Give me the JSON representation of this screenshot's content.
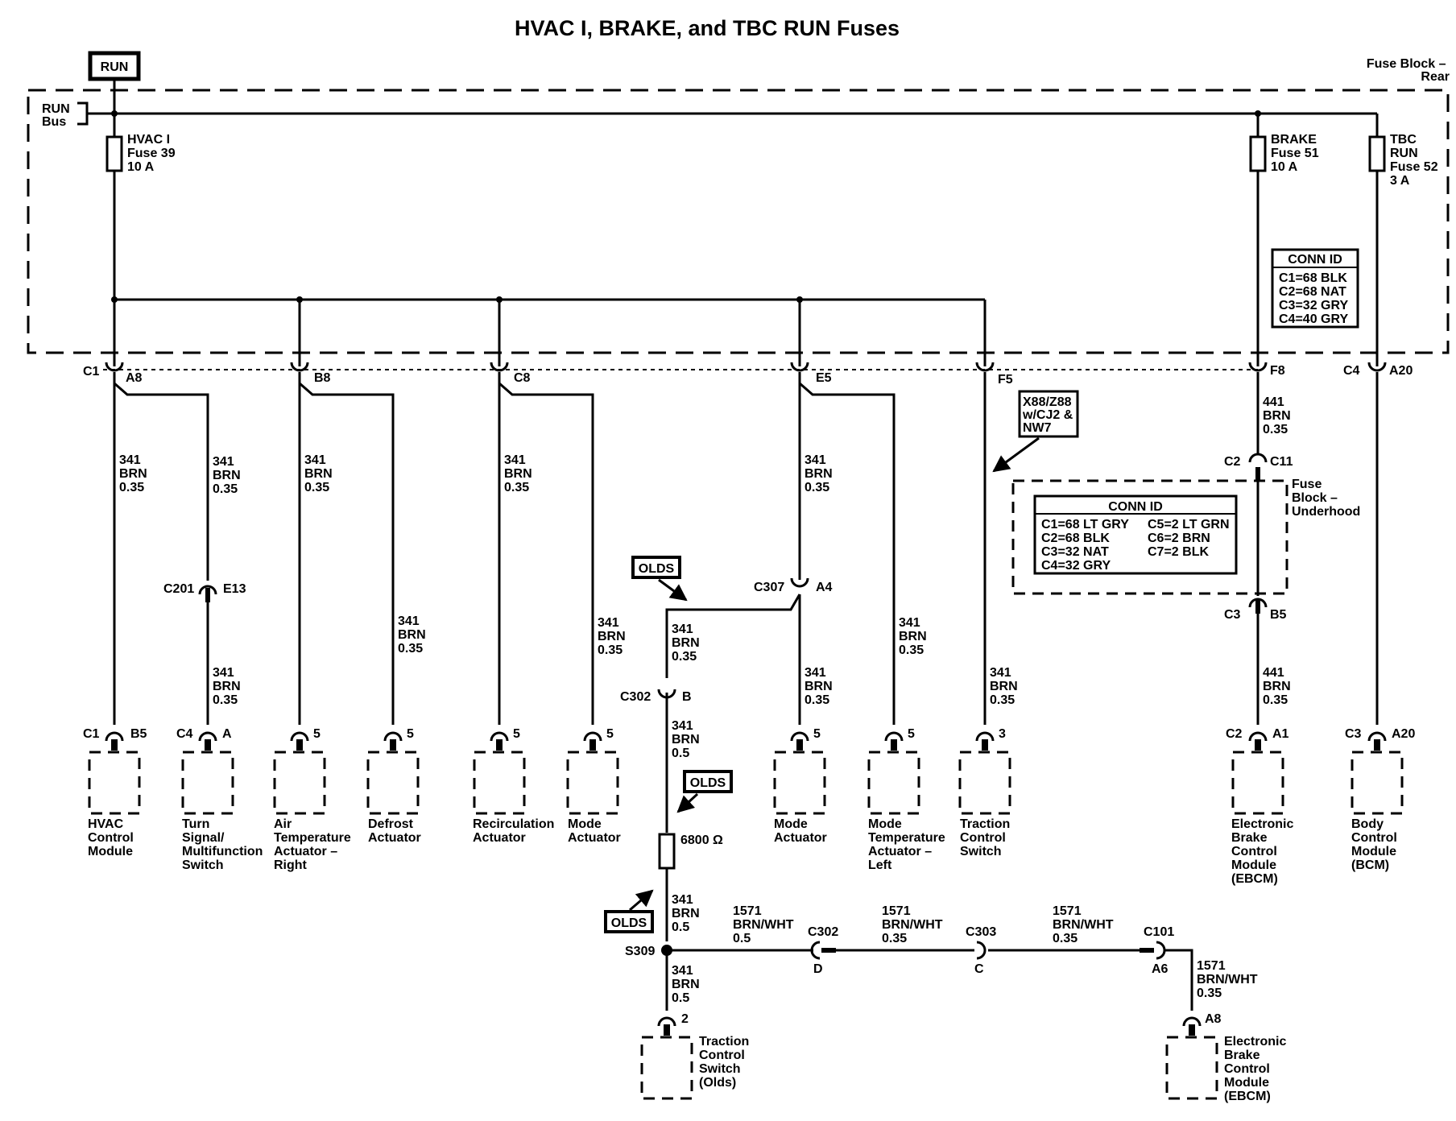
{
  "title": "HVAC I, BRAKE, and TBC RUN Fuses",
  "run_label": "RUN",
  "fuse_block_rear": [
    "Fuse Block –",
    "Rear"
  ],
  "run_bus": [
    "RUN",
    "Bus"
  ],
  "fuses": {
    "hvac": [
      "HVAC I",
      "Fuse 39",
      "10 A"
    ],
    "brake": [
      "BRAKE",
      "Fuse 51",
      "10 A"
    ],
    "tbc": [
      "TBC",
      "RUN",
      "Fuse 52",
      "3 A"
    ]
  },
  "conn_id_rear": {
    "header": "CONN ID",
    "rows": [
      "C1=68 BLK",
      "C2=68 NAT",
      "C3=32 GRY",
      "C4=40 GRY"
    ]
  },
  "fuse_block_underhood": [
    "Fuse",
    "Block –",
    "Underhood"
  ],
  "conn_id_underhood": {
    "header": "CONN ID",
    "left": [
      "C1=68 LT GRY",
      "C2=68 BLK",
      "C3=32 NAT",
      "C4=32 GRY"
    ],
    "right": [
      "C5=2 LT GRN",
      "C6=2 BRN",
      "C7=2 BLK"
    ]
  },
  "option_note": [
    "X88/Z88",
    "w/CJ2 &",
    "NW7"
  ],
  "olds": "OLDS",
  "wire_341_035": [
    "341",
    "BRN",
    "0.35"
  ],
  "wire_341_05": [
    "341",
    "BRN",
    "0.5"
  ],
  "wire_441_035": [
    "441",
    "BRN",
    "0.35"
  ],
  "wire_1571_05": [
    "1571",
    "BRN/WHT",
    "0.5"
  ],
  "wire_1571_035": [
    "1571",
    "BRN/WHT",
    "0.35"
  ],
  "resistor": "6800 Ω",
  "splice": "S309",
  "fuse_block_pins": {
    "c1": "C1",
    "a8": "A8",
    "b8": "B8",
    "c8": "C8",
    "e5": "E5",
    "f5": "F5",
    "f8": "F8",
    "c4": "C4",
    "a20": "A20"
  },
  "inline": {
    "c201": "C201",
    "e13": "E13",
    "c307": "C307",
    "a4": "A4",
    "c302": "C302",
    "b": "B",
    "c2": "C2",
    "c11": "C11",
    "c3": "C3",
    "b5": "B5",
    "c302b": "C302",
    "d": "D",
    "c303": "C303",
    "c": "C",
    "c101": "C101",
    "a6": "A6"
  },
  "component_pins": {
    "hvac_c": "C1",
    "hvac_p": "B5",
    "turn_c": "C4",
    "turn_p": "A",
    "airtemp_p": "5",
    "defrost_p": "5",
    "recirc_p": "5",
    "mode1_p": "5",
    "mode2_p": "5",
    "modetemp_p": "5",
    "tcs_p": "3",
    "ebcm_c": "C2",
    "ebcm_p": "A1",
    "bcm_c": "C3",
    "bcm_p": "A20",
    "tcs_olds_p": "2",
    "ebcm2_p": "A8"
  },
  "components": {
    "hvac": [
      "HVAC",
      "Control",
      "Module"
    ],
    "turn": [
      "Turn",
      "Signal/",
      "Multifunction",
      "Switch"
    ],
    "airtemp": [
      "Air",
      "Temperature",
      "Actuator –",
      "Right"
    ],
    "defrost": [
      "Defrost",
      "Actuator"
    ],
    "recirc": [
      "Recirculation",
      "Actuator"
    ],
    "mode1": [
      "Mode",
      "Actuator"
    ],
    "mode2": [
      "Mode",
      "Actuator"
    ],
    "modetemp": [
      "Mode",
      "Temperature",
      "Actuator –",
      "Left"
    ],
    "tcs": [
      "Traction",
      "Control",
      "Switch"
    ],
    "ebcm": [
      "Electronic",
      "Brake",
      "Control",
      "Module",
      "(EBCM)"
    ],
    "bcm": [
      "Body",
      "Control",
      "Module",
      "(BCM)"
    ],
    "tcs_olds": [
      "Traction",
      "Control",
      "Switch",
      "(Olds)"
    ],
    "ebcm2": [
      "Electronic",
      "Brake",
      "Control",
      "Module",
      "(EBCM)"
    ]
  }
}
